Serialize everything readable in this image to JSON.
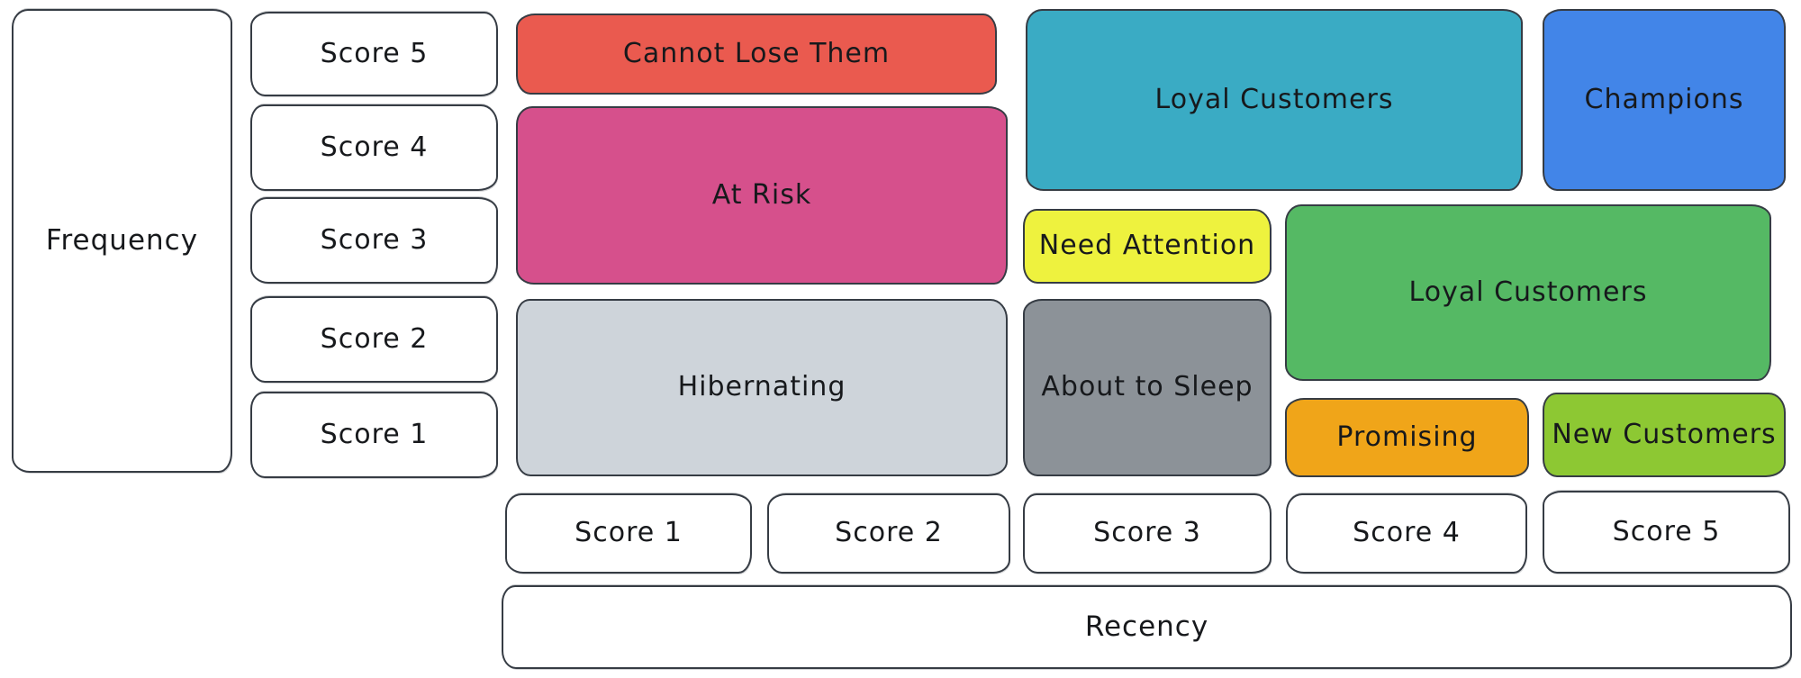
{
  "diagram": {
    "type": "rfm-segment-matrix",
    "background": "#ffffff",
    "stroke_color": "#363c44",
    "y_axis": {
      "label": "Frequency",
      "scores": [
        "Score 5",
        "Score 4",
        "Score 3",
        "Score 2",
        "Score 1"
      ]
    },
    "x_axis": {
      "label": "Recency",
      "scores": [
        "Score 1",
        "Score 2",
        "Score 3",
        "Score 4",
        "Score 5"
      ]
    },
    "segments": {
      "cannot_lose_them": {
        "label": "Cannot Lose Them",
        "color": "#ea5a4f",
        "recency_scores": [
          1,
          2
        ],
        "frequency_scores": [
          5
        ]
      },
      "at_risk": {
        "label": "At Risk",
        "color": "#d6508c",
        "recency_scores": [
          1,
          2
        ],
        "frequency_scores": [
          3,
          4
        ]
      },
      "hibernating": {
        "label": "Hibernating",
        "color": "#ced4da",
        "recency_scores": [
          1,
          2
        ],
        "frequency_scores": [
          1,
          2
        ]
      },
      "loyal_customers_teal": {
        "label": "Loyal Customers",
        "color": "#3aabc4",
        "recency_scores": [
          3,
          4
        ],
        "frequency_scores": [
          4,
          5
        ]
      },
      "champions": {
        "label": "Champions",
        "color": "#4285e8",
        "recency_scores": [
          5
        ],
        "frequency_scores": [
          4,
          5
        ]
      },
      "need_attention": {
        "label": "Need Attention",
        "color": "#eef23e",
        "recency_scores": [
          3
        ],
        "frequency_scores": [
          3
        ]
      },
      "about_to_sleep": {
        "label": "About to Sleep",
        "color": "#8c9298",
        "recency_scores": [
          3
        ],
        "frequency_scores": [
          1,
          2
        ]
      },
      "loyal_customers_green": {
        "label": "Loyal Customers",
        "color": "#55b964",
        "recency_scores": [
          4,
          5
        ],
        "frequency_scores": [
          2,
          3
        ]
      },
      "promising": {
        "label": "Promising",
        "color": "#f0a519",
        "recency_scores": [
          4
        ],
        "frequency_scores": [
          1
        ]
      },
      "new_customers": {
        "label": "New Customers",
        "color": "#8dc833",
        "recency_scores": [
          5
        ],
        "frequency_scores": [
          1
        ]
      }
    }
  }
}
